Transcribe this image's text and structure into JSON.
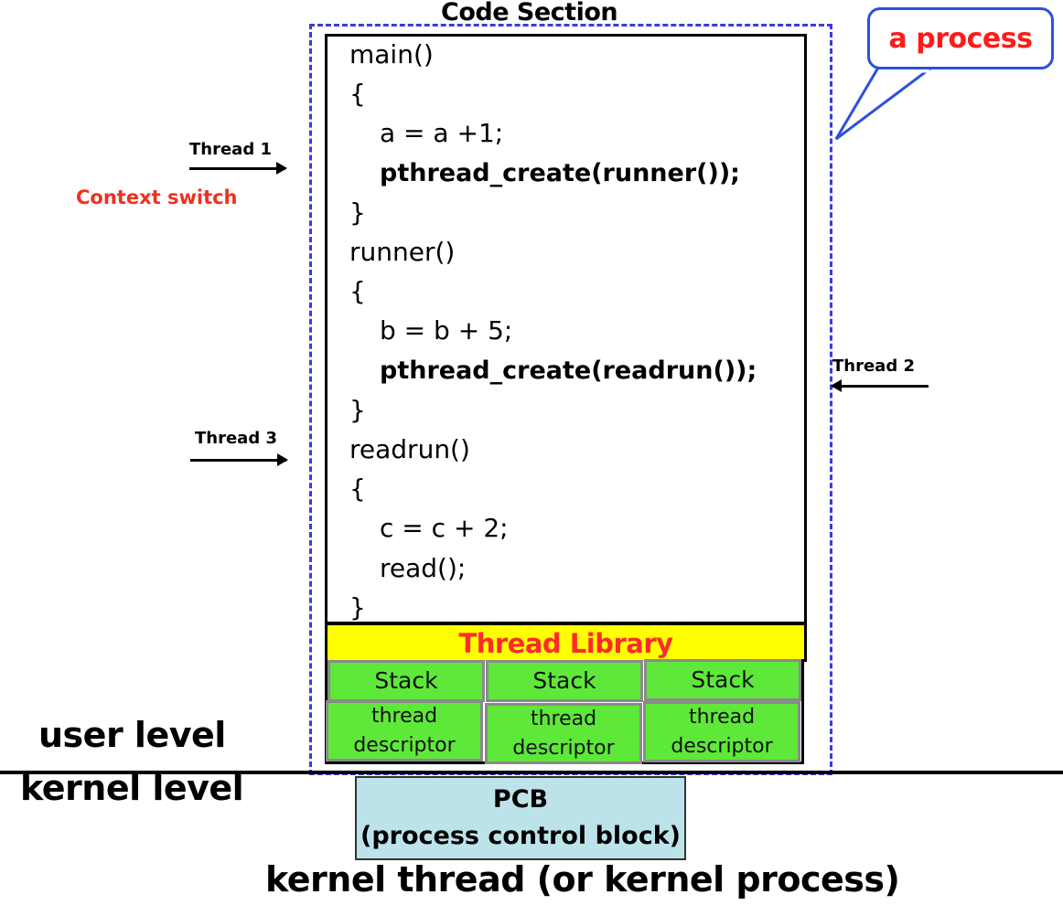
{
  "code_section": {
    "title": "Code Section",
    "lines": [
      {
        "text": "main()",
        "bold": false,
        "indent": 0
      },
      {
        "text": "{",
        "bold": false,
        "indent": 0
      },
      {
        "text": "a = a +1;",
        "bold": false,
        "indent": 1
      },
      {
        "text": "pthread_create(runner());",
        "bold": true,
        "indent": 1
      },
      {
        "text": "}",
        "bold": false,
        "indent": 0
      },
      {
        "text": "runner()",
        "bold": false,
        "indent": 0
      },
      {
        "text": "{",
        "bold": false,
        "indent": 0
      },
      {
        "text": "b = b + 5;",
        "bold": false,
        "indent": 1
      },
      {
        "text": "pthread_create(readrun());",
        "bold": true,
        "indent": 1
      },
      {
        "text": "}",
        "bold": false,
        "indent": 0
      },
      {
        "text": "readrun()",
        "bold": false,
        "indent": 0
      },
      {
        "text": "{",
        "bold": false,
        "indent": 0
      },
      {
        "text": "c = c + 2;",
        "bold": false,
        "indent": 1
      },
      {
        "text": "read();",
        "bold": false,
        "indent": 1
      },
      {
        "text": "}",
        "bold": false,
        "indent": 0
      }
    ]
  },
  "thread_library": {
    "label": "Thread Library",
    "stack_label": "Stack",
    "descriptor_line1": "thread",
    "descriptor_line2": "descriptor"
  },
  "threads": {
    "thread1": "Thread 1",
    "thread2": "Thread 2",
    "thread3": "Thread 3"
  },
  "context_switch": "Context switch",
  "callout": "a process",
  "levels": {
    "user": "user level",
    "kernel": "kernel level"
  },
  "pcb": {
    "line1": "PCB",
    "line2": "(process control block)"
  },
  "kernel_thread": "kernel thread (or kernel process)",
  "colors": {
    "process_border": "#3a3ae0",
    "thread_library_bg": "#ffff00",
    "thread_library_text": "#ff2a2a",
    "stack_bg": "#5ee83a",
    "pcb_bg": "#bde3ea",
    "callout_text": "#ff1a1a",
    "context_switch_text": "#f03020"
  }
}
